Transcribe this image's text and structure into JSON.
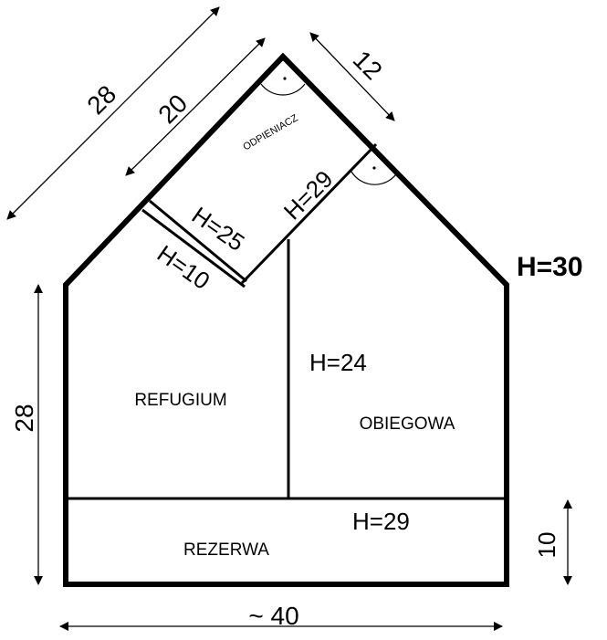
{
  "compartments": {
    "top": "ODPIENIACZ",
    "left": "REFUGIUM",
    "right": "OBIEGOWA",
    "bottom": "REZERWA"
  },
  "heights": {
    "overall": "H=30",
    "top_partition": "H=25",
    "left_strip": "H=10",
    "top_right_partition": "H=29",
    "vertical_divider": "H=24",
    "bottom_partition": "H=29"
  },
  "dimensions": {
    "roof_outer": "28",
    "roof_inner": "20",
    "roof_short": "12",
    "wall_left": "28",
    "base_width": "~ 40",
    "bottom_right": "10"
  },
  "colors": {
    "line": "#000000",
    "background": "#ffffff"
  }
}
